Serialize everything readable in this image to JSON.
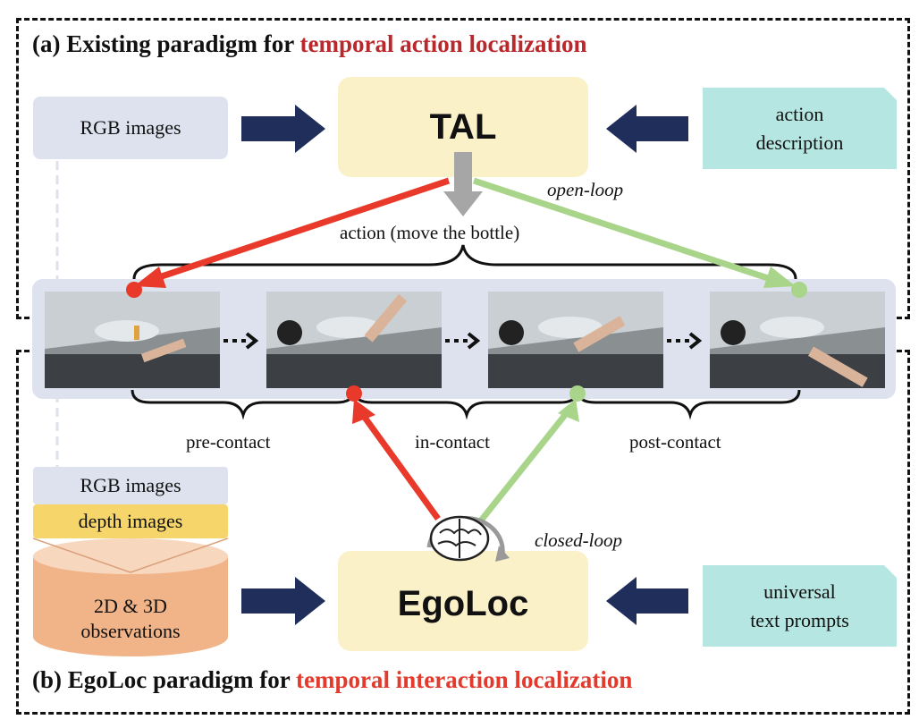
{
  "top": {
    "title_prefix": "(a) Existing paradigm for ",
    "title_highlight": "temporal action localization",
    "input_left": "RGB images",
    "center": "TAL",
    "input_right_line1": "action",
    "input_right_line2": "description",
    "loop_label": "open-loop",
    "action_label": "action (move the bottle)"
  },
  "bottom": {
    "title_prefix": "(b) EgoLoc paradigm for ",
    "title_highlight": "temporal interaction localization",
    "rgb": "RGB images",
    "depth": "depth images",
    "obs_line1": "2D & 3D",
    "obs_line2": "observations",
    "center": "EgoLoc",
    "input_right_line1": "universal",
    "input_right_line2": "text prompts",
    "loop_label": "closed-loop"
  },
  "phases": [
    "pre-contact",
    "in-contact",
    "post-contact"
  ],
  "colors": {
    "arrow_navy": "#1f2e5a",
    "red": "#e8392b",
    "green": "#a9d58a",
    "gray_arrow": "#a6a6a6"
  }
}
